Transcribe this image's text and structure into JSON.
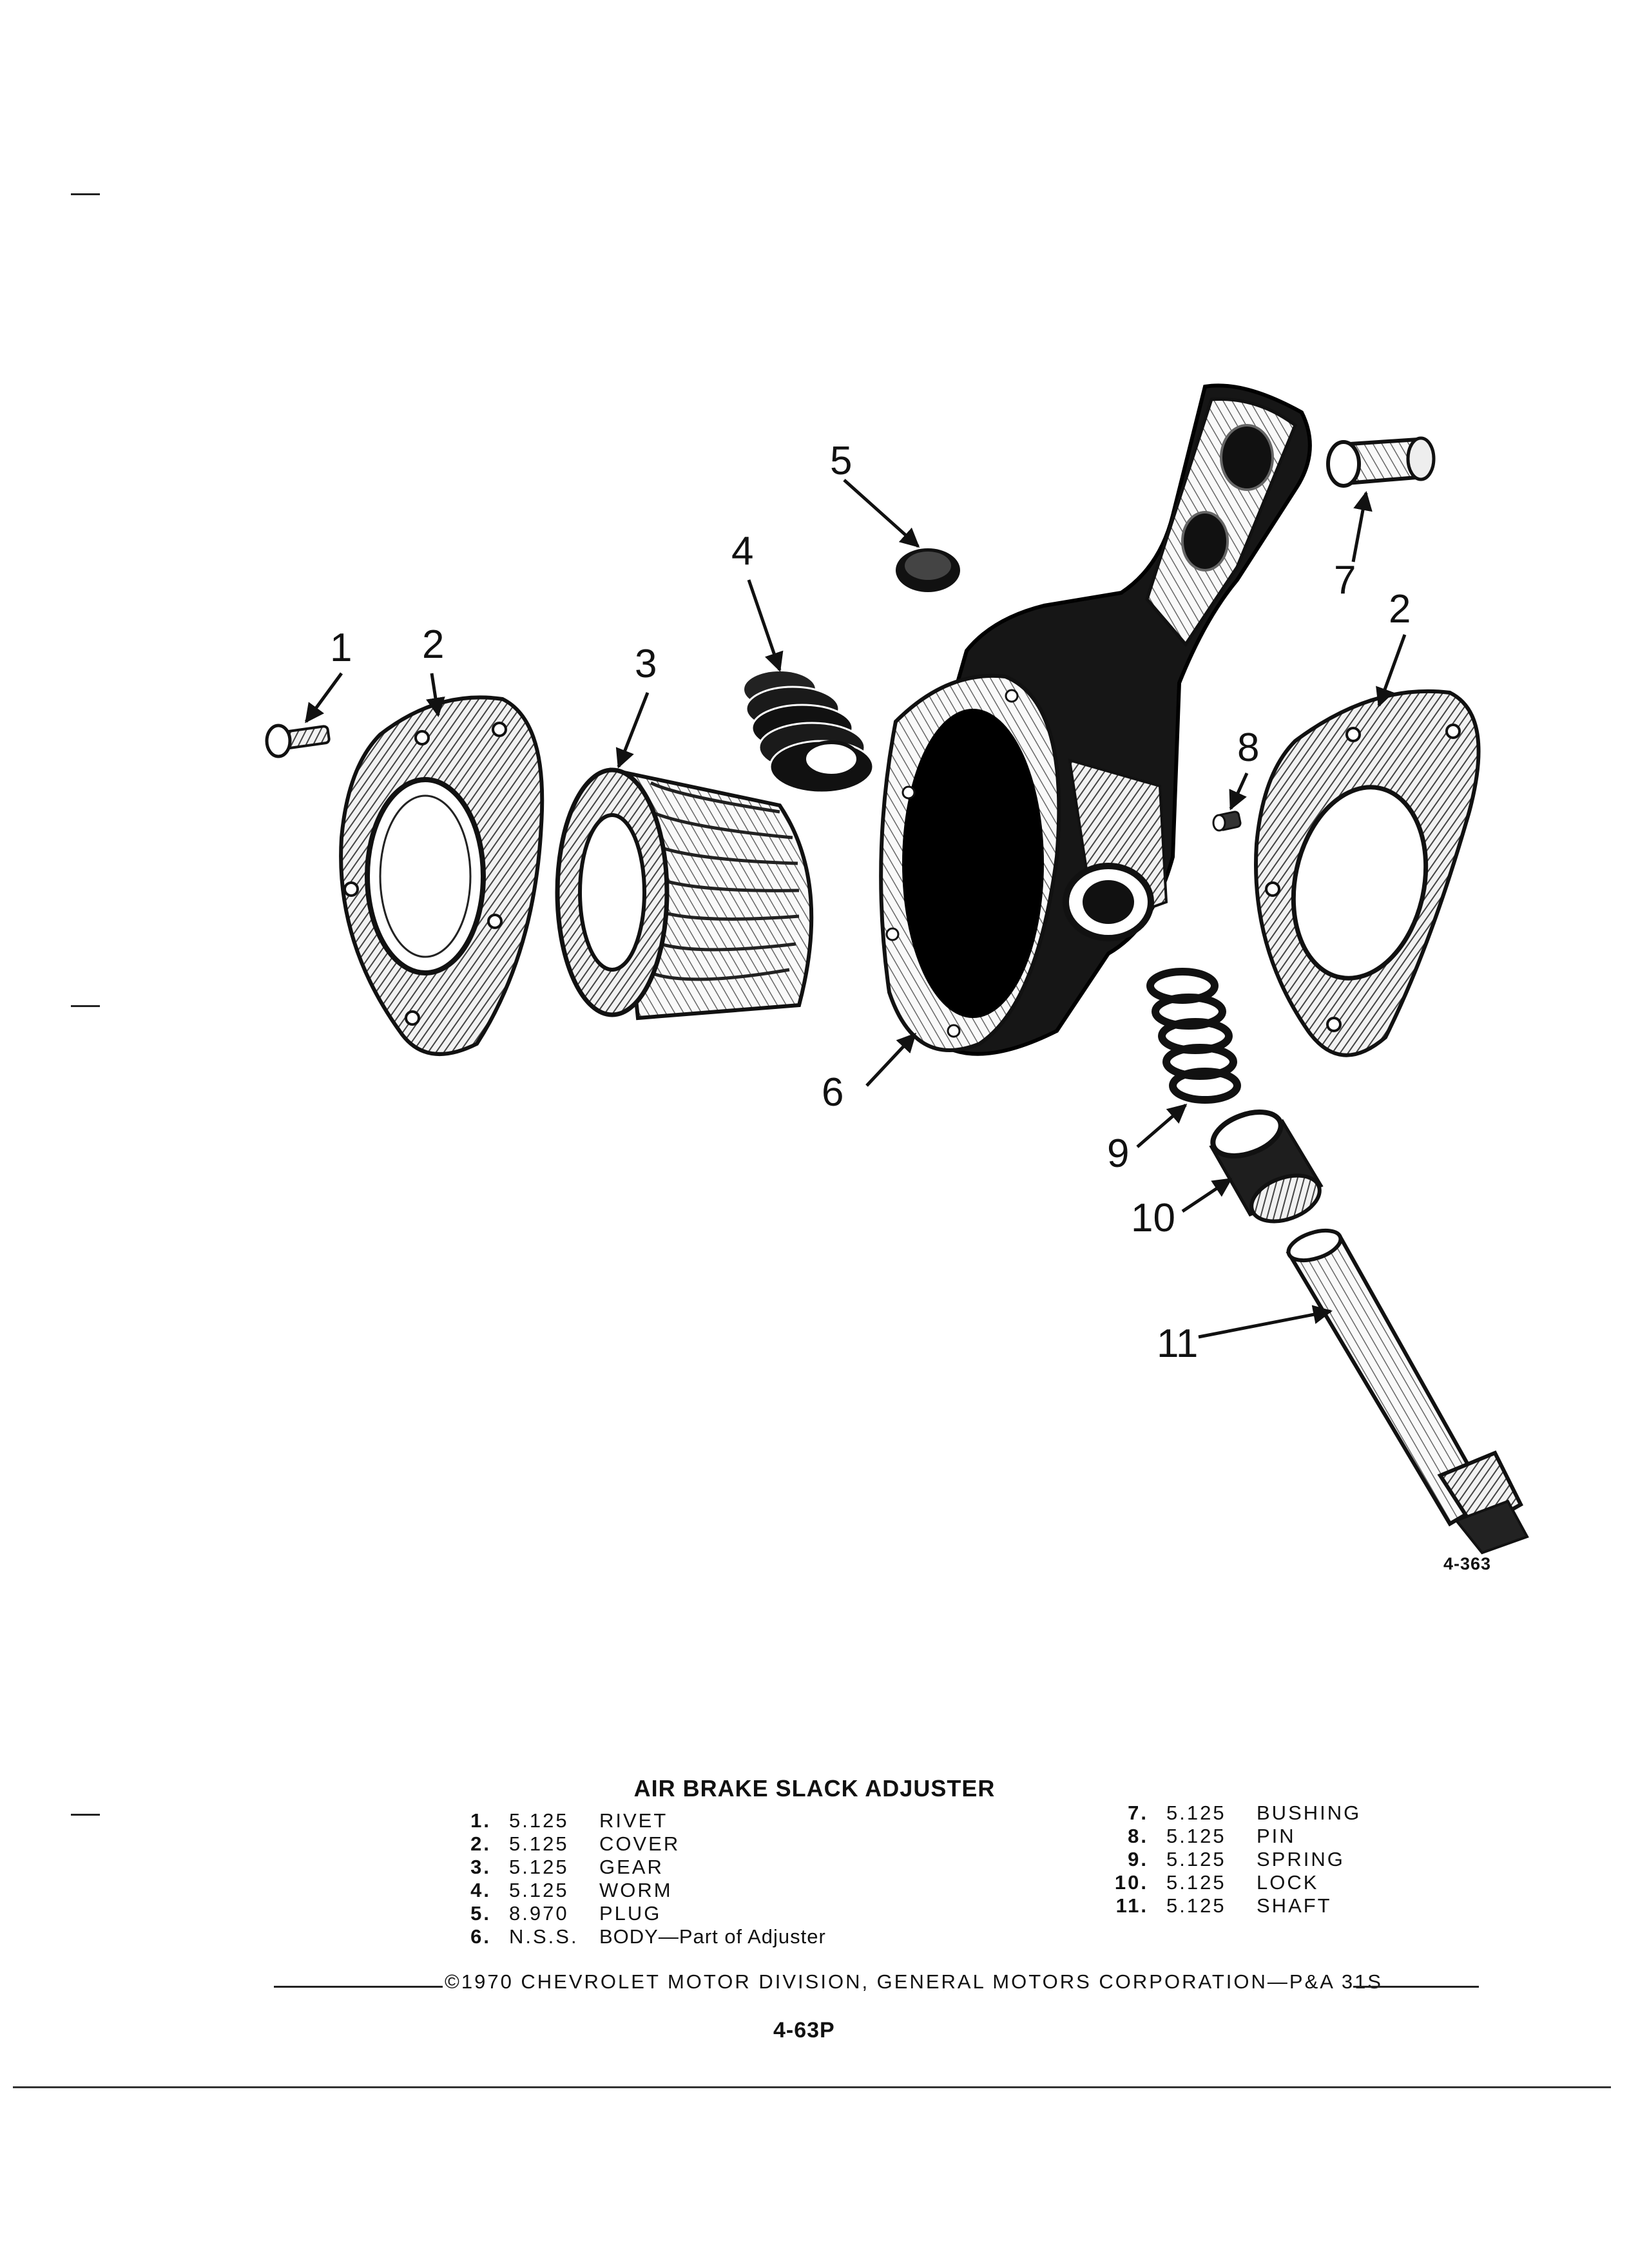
{
  "figure": {
    "id": "4-363",
    "callouts": [
      "1",
      "2",
      "3",
      "4",
      "5",
      "6",
      "7",
      "2",
      "8",
      "9",
      "10",
      "11"
    ]
  },
  "title": "AIR BRAKE SLACK ADJUSTER",
  "parts_left": [
    {
      "num": "1.",
      "code": "5.125",
      "name": "RIVET"
    },
    {
      "num": "2.",
      "code": "5.125",
      "name": "COVER"
    },
    {
      "num": "3.",
      "code": "5.125",
      "name": "GEAR"
    },
    {
      "num": "4.",
      "code": "5.125",
      "name": "WORM"
    },
    {
      "num": "5.",
      "code": "8.970",
      "name": "PLUG"
    },
    {
      "num": "6.",
      "code": "N.S.S.",
      "name": "BODY—Part of Adjuster"
    }
  ],
  "parts_right": [
    {
      "num": "7.",
      "code": "5.125",
      "name": "BUSHING"
    },
    {
      "num": "8.",
      "code": "5.125",
      "name": "PIN"
    },
    {
      "num": "9.",
      "code": "5.125",
      "name": "SPRING"
    },
    {
      "num": "10.",
      "code": "5.125",
      "name": "LOCK"
    },
    {
      "num": "11.",
      "code": "5.125",
      "name": "SHAFT"
    }
  ],
  "copyright": "©1970 CHEVROLET MOTOR DIVISION, GENERAL MOTORS CORPORATION—P&A 31S",
  "page_number": "4-63P"
}
